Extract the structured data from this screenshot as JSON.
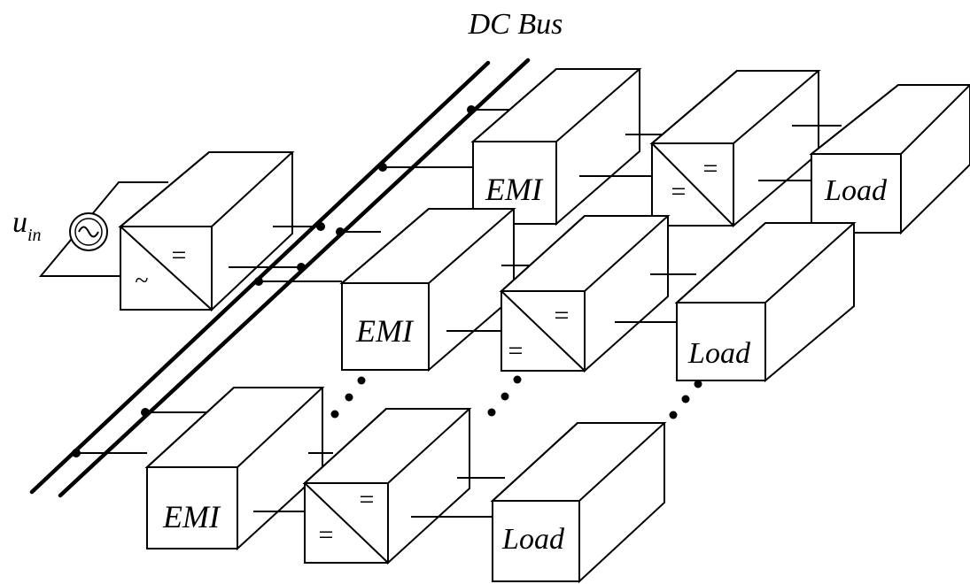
{
  "title": "DC Bus",
  "source": {
    "label": "u",
    "subscript": "in"
  },
  "symbols": {
    "ac": "~",
    "dc": "="
  },
  "labels": {
    "emi": "EMI",
    "load": "Load"
  },
  "modules": [
    {
      "name": "row-1",
      "emi": "EMI",
      "load": "Load"
    },
    {
      "name": "row-2",
      "emi": "EMI",
      "load": "Load"
    },
    {
      "name": "row-3",
      "emi": "EMI",
      "load": "Load"
    }
  ]
}
